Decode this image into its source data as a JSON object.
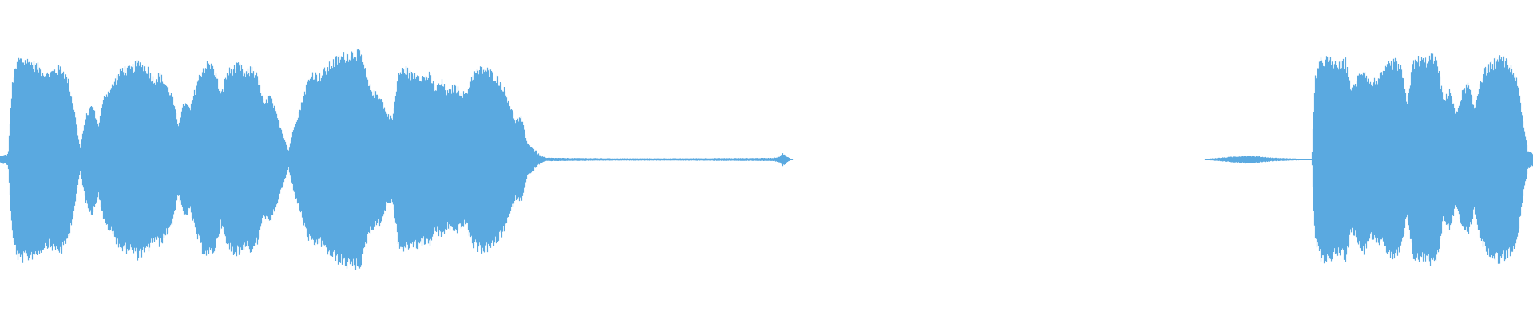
{
  "waveform": {
    "color": "#5aa9e0",
    "background": "#ffffff",
    "duration_fraction_segments": [
      {
        "kind": "loud",
        "start": 0.0,
        "end": 0.345
      },
      {
        "kind": "fade-tail",
        "start": 0.345,
        "end": 0.355
      },
      {
        "kind": "near-silence",
        "start": 0.355,
        "end": 0.513
      },
      {
        "kind": "blip",
        "start": 0.509,
        "end": 0.516
      },
      {
        "kind": "silence",
        "start": 0.516,
        "end": 0.787
      },
      {
        "kind": "quiet-swell",
        "start": 0.787,
        "end": 0.857
      },
      {
        "kind": "loud",
        "start": 0.857,
        "end": 1.0
      }
    ],
    "envelope": [
      [
        0.0,
        0.03
      ],
      [
        0.005,
        0.05
      ],
      [
        0.008,
        0.7
      ],
      [
        0.012,
        0.88
      ],
      [
        0.018,
        0.86
      ],
      [
        0.024,
        0.82
      ],
      [
        0.03,
        0.74
      ],
      [
        0.035,
        0.78
      ],
      [
        0.04,
        0.8
      ],
      [
        0.044,
        0.7
      ],
      [
        0.048,
        0.45
      ],
      [
        0.052,
        0.1
      ],
      [
        0.056,
        0.38
      ],
      [
        0.06,
        0.48
      ],
      [
        0.064,
        0.3
      ],
      [
        0.068,
        0.56
      ],
      [
        0.072,
        0.62
      ],
      [
        0.076,
        0.72
      ],
      [
        0.08,
        0.8
      ],
      [
        0.084,
        0.78
      ],
      [
        0.09,
        0.85
      ],
      [
        0.096,
        0.8
      ],
      [
        0.1,
        0.7
      ],
      [
        0.104,
        0.74
      ],
      [
        0.108,
        0.66
      ],
      [
        0.112,
        0.56
      ],
      [
        0.116,
        0.3
      ],
      [
        0.12,
        0.5
      ],
      [
        0.124,
        0.44
      ],
      [
        0.128,
        0.66
      ],
      [
        0.132,
        0.8
      ],
      [
        0.136,
        0.84
      ],
      [
        0.14,
        0.78
      ],
      [
        0.144,
        0.56
      ],
      [
        0.148,
        0.76
      ],
      [
        0.152,
        0.8
      ],
      [
        0.156,
        0.82
      ],
      [
        0.16,
        0.74
      ],
      [
        0.164,
        0.8
      ],
      [
        0.168,
        0.72
      ],
      [
        0.172,
        0.48
      ],
      [
        0.176,
        0.56
      ],
      [
        0.18,
        0.4
      ],
      [
        0.184,
        0.24
      ],
      [
        0.188,
        0.08
      ],
      [
        0.192,
        0.3
      ],
      [
        0.196,
        0.46
      ],
      [
        0.2,
        0.66
      ],
      [
        0.204,
        0.76
      ],
      [
        0.208,
        0.72
      ],
      [
        0.212,
        0.78
      ],
      [
        0.216,
        0.84
      ],
      [
        0.22,
        0.88
      ],
      [
        0.226,
        0.92
      ],
      [
        0.232,
        0.94
      ],
      [
        0.236,
        0.9
      ],
      [
        0.24,
        0.66
      ],
      [
        0.244,
        0.58
      ],
      [
        0.248,
        0.56
      ],
      [
        0.252,
        0.4
      ],
      [
        0.256,
        0.36
      ],
      [
        0.26,
        0.76
      ],
      [
        0.264,
        0.8
      ],
      [
        0.268,
        0.74
      ],
      [
        0.272,
        0.76
      ],
      [
        0.276,
        0.72
      ],
      [
        0.28,
        0.74
      ],
      [
        0.284,
        0.62
      ],
      [
        0.288,
        0.68
      ],
      [
        0.292,
        0.58
      ],
      [
        0.296,
        0.64
      ],
      [
        0.3,
        0.6
      ],
      [
        0.304,
        0.56
      ],
      [
        0.308,
        0.74
      ],
      [
        0.312,
        0.78
      ],
      [
        0.316,
        0.8
      ],
      [
        0.32,
        0.76
      ],
      [
        0.324,
        0.72
      ],
      [
        0.328,
        0.64
      ],
      [
        0.332,
        0.5
      ],
      [
        0.336,
        0.34
      ],
      [
        0.34,
        0.36
      ],
      [
        0.344,
        0.14
      ],
      [
        0.348,
        0.1
      ],
      [
        0.352,
        0.04
      ],
      [
        0.356,
        0.015
      ],
      [
        0.38,
        0.012
      ],
      [
        0.4,
        0.01
      ],
      [
        0.44,
        0.01
      ],
      [
        0.48,
        0.012
      ],
      [
        0.505,
        0.014
      ],
      [
        0.509,
        0.03
      ],
      [
        0.511,
        0.06
      ],
      [
        0.513,
        0.03
      ],
      [
        0.516,
        0.005
      ],
      [
        0.517,
        0.0
      ],
      [
        0.786,
        0.0
      ],
      [
        0.787,
        0.006
      ],
      [
        0.8,
        0.02
      ],
      [
        0.812,
        0.035
      ],
      [
        0.82,
        0.03
      ],
      [
        0.83,
        0.016
      ],
      [
        0.845,
        0.008
      ],
      [
        0.856,
        0.006
      ],
      [
        0.858,
        0.72
      ],
      [
        0.862,
        0.86
      ],
      [
        0.866,
        0.88
      ],
      [
        0.87,
        0.84
      ],
      [
        0.874,
        0.82
      ],
      [
        0.878,
        0.86
      ],
      [
        0.882,
        0.6
      ],
      [
        0.886,
        0.72
      ],
      [
        0.89,
        0.8
      ],
      [
        0.894,
        0.66
      ],
      [
        0.898,
        0.7
      ],
      [
        0.902,
        0.74
      ],
      [
        0.906,
        0.82
      ],
      [
        0.91,
        0.86
      ],
      [
        0.914,
        0.8
      ],
      [
        0.918,
        0.5
      ],
      [
        0.922,
        0.84
      ],
      [
        0.926,
        0.88
      ],
      [
        0.93,
        0.86
      ],
      [
        0.934,
        0.9
      ],
      [
        0.938,
        0.84
      ],
      [
        0.942,
        0.5
      ],
      [
        0.946,
        0.62
      ],
      [
        0.95,
        0.38
      ],
      [
        0.954,
        0.58
      ],
      [
        0.958,
        0.66
      ],
      [
        0.962,
        0.44
      ],
      [
        0.966,
        0.7
      ],
      [
        0.97,
        0.8
      ],
      [
        0.974,
        0.84
      ],
      [
        0.978,
        0.88
      ],
      [
        0.982,
        0.86
      ],
      [
        0.986,
        0.8
      ],
      [
        0.99,
        0.7
      ],
      [
        0.994,
        0.3
      ],
      [
        0.997,
        0.08
      ],
      [
        1.0,
        0.06
      ]
    ]
  }
}
